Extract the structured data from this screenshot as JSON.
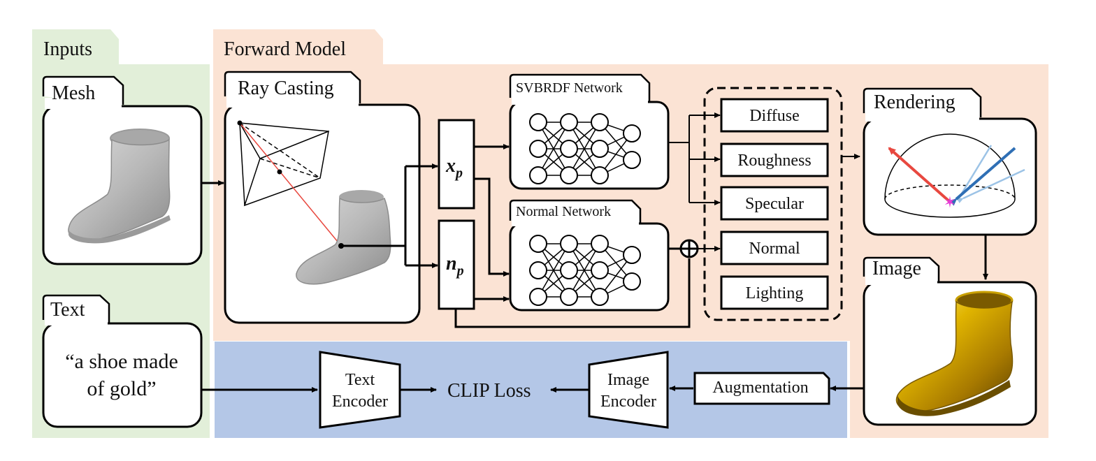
{
  "colors": {
    "inputs_bg": "#e2efd9",
    "forward_bg": "#fbe3d4",
    "loss_bg": "#b4c7e7",
    "render_outgoing": "#e8483f",
    "render_incoming": "#2f6fb5",
    "render_incoming_light": "#9cc3e6",
    "render_point": "#e53bd8",
    "gold": "#c9a000"
  },
  "sections": {
    "inputs": "Inputs",
    "forward_model": "Forward Model"
  },
  "mesh": {
    "title": "Mesh"
  },
  "text_input": {
    "title": "Text",
    "line1": "“a shoe made",
    "line2": "of gold”"
  },
  "ray_casting": {
    "title": "Ray Casting"
  },
  "features": {
    "x_var": "x",
    "x_sub": "p",
    "n_var": "n",
    "n_sub": "p"
  },
  "networks": {
    "svbrdf": "SVBRDF Network",
    "normal": "Normal Network"
  },
  "outputs": [
    "Diffuse",
    "Roughness",
    "Specular",
    "Normal",
    "Lighting"
  ],
  "rendering": {
    "title": "Rendering"
  },
  "image": {
    "title": "Image"
  },
  "loss": {
    "text_encoder_1": "Text",
    "text_encoder_2": "Encoder",
    "clip": "CLIP Loss",
    "image_encoder_1": "Image",
    "image_encoder_2": "Encoder",
    "augmentation": "Augmentation"
  },
  "icons": [
    "mesh-boot-icon",
    "camera-frustum-icon",
    "neural-network-icon",
    "hemisphere-icon",
    "gold-boot-icon",
    "plus-circle-icon"
  ]
}
